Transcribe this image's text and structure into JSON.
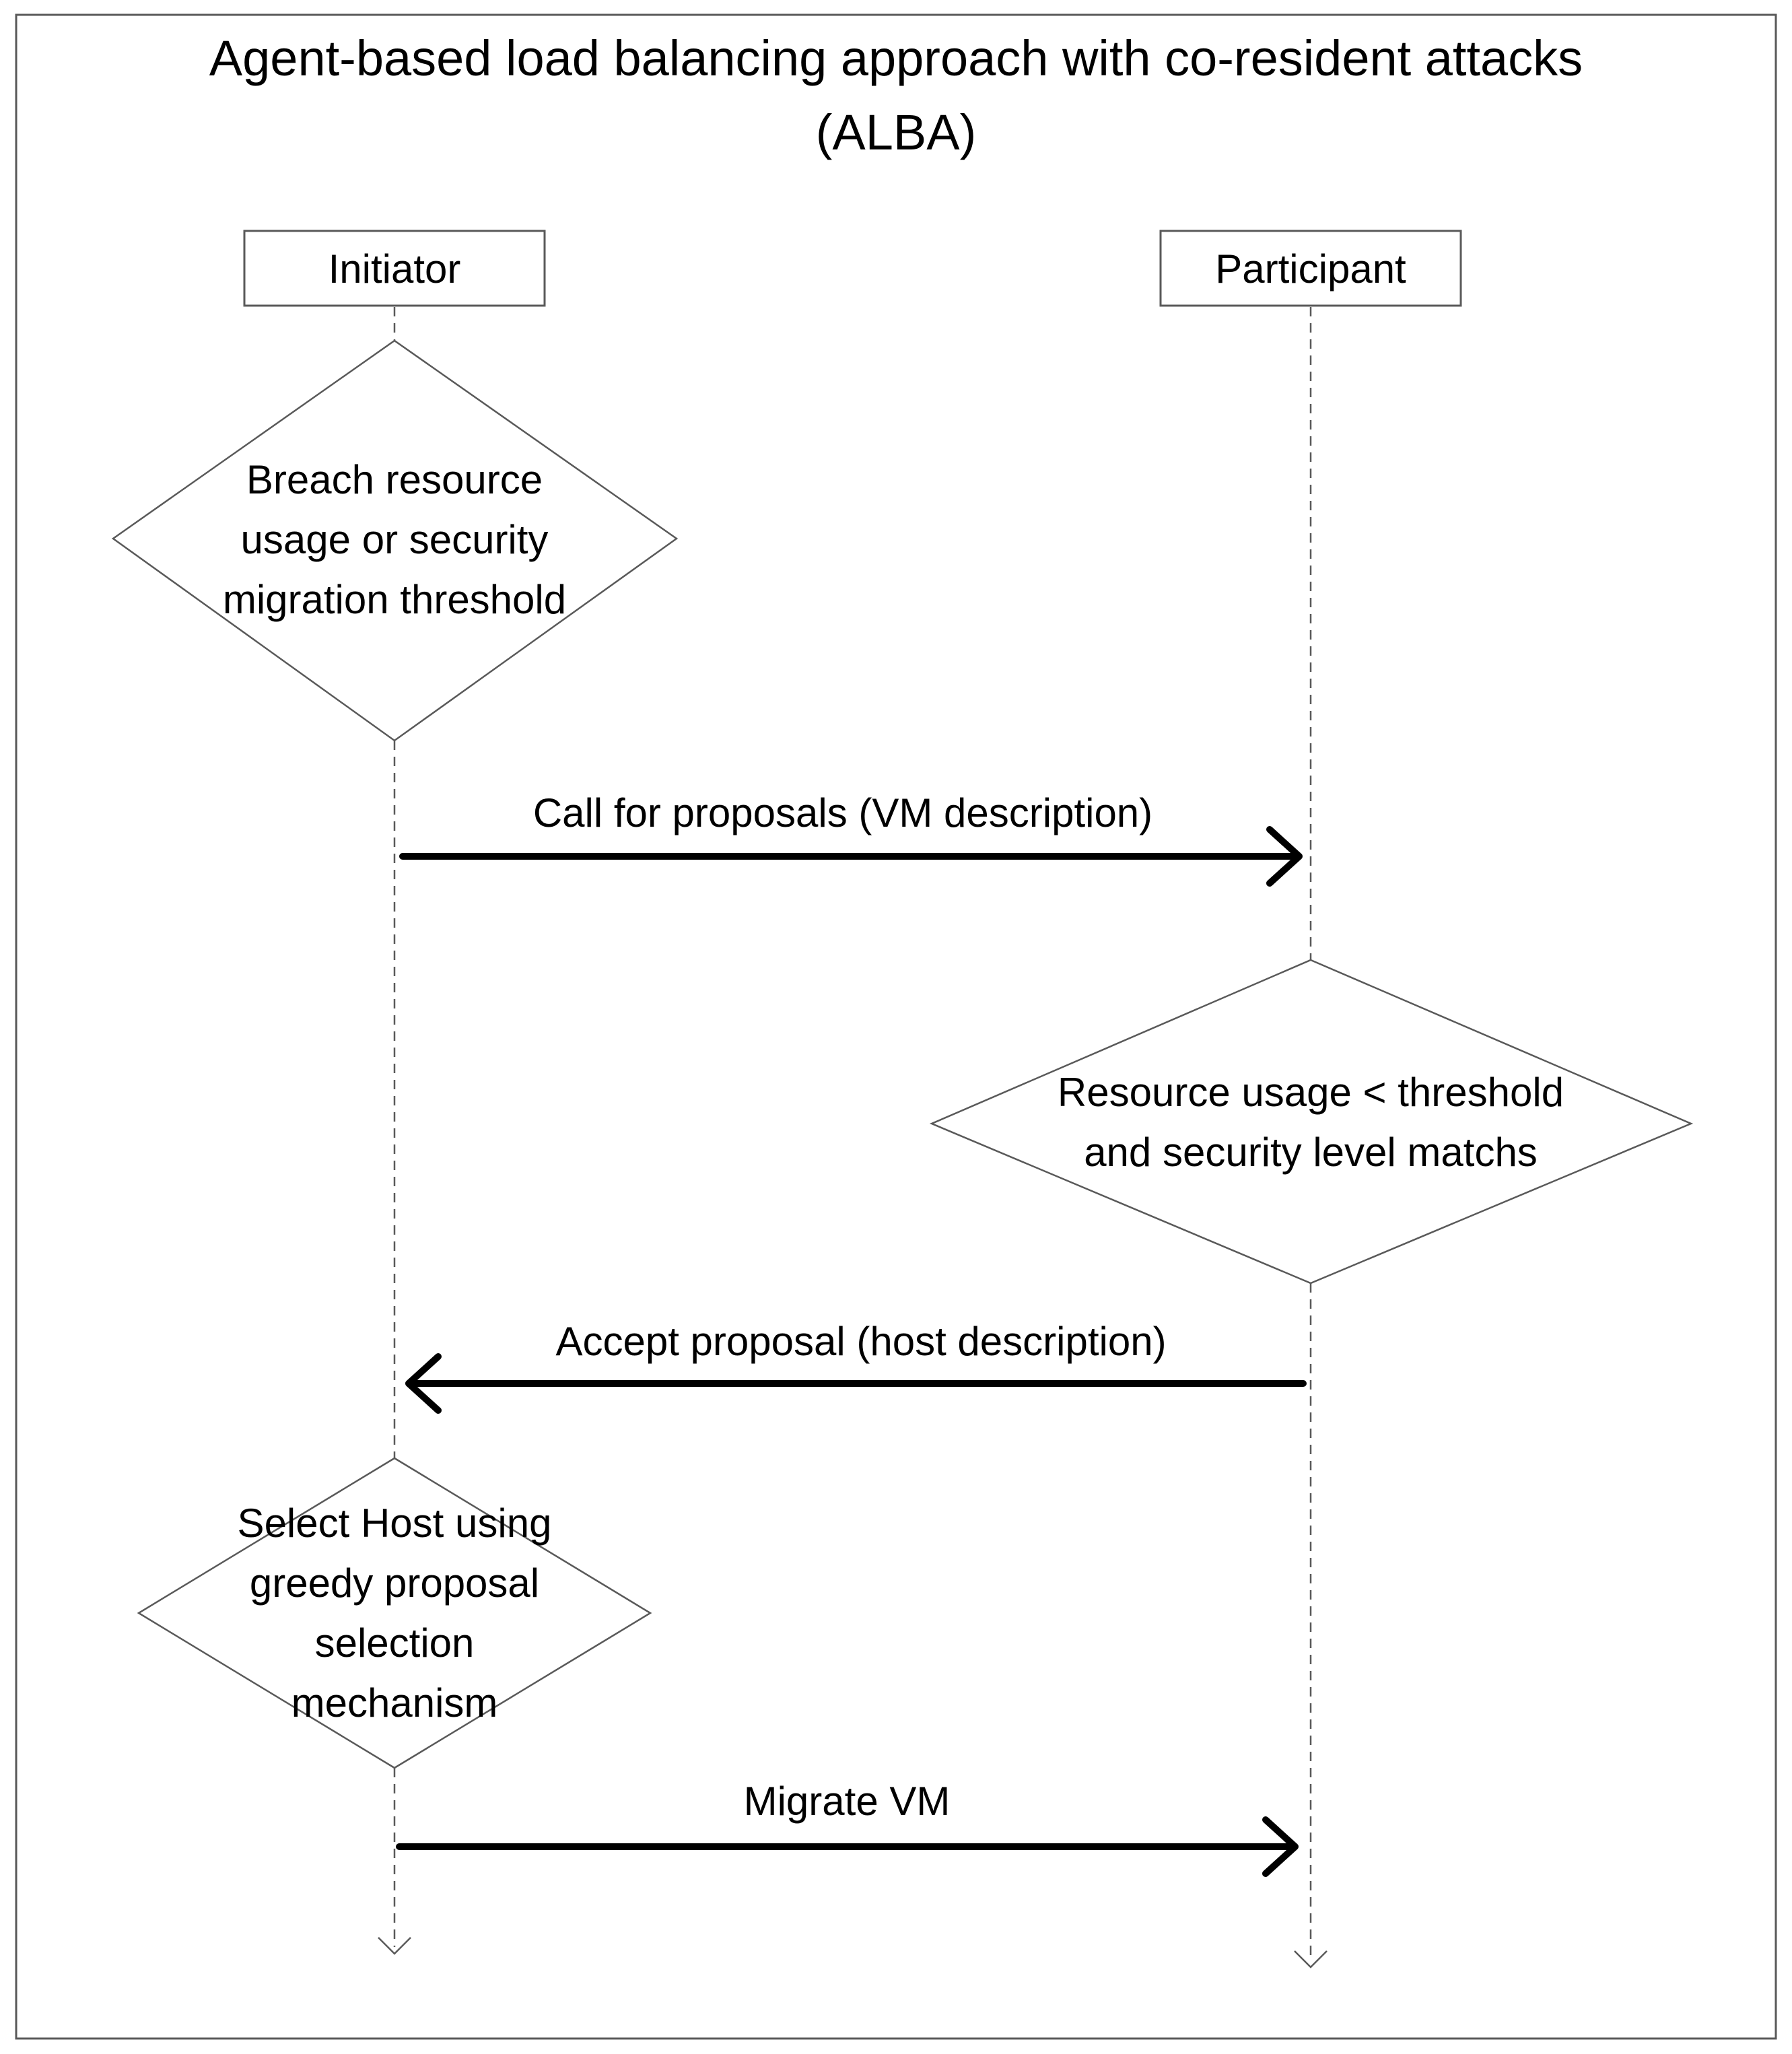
{
  "title": {
    "line1": "Agent-based load balancing approach with co-resident attacks",
    "line2": "(ALBA)"
  },
  "lifelines": {
    "initiator": "Initiator",
    "participant": "Participant"
  },
  "decisions": {
    "breach": [
      "Breach resource",
      "usage or security",
      "migration threshold"
    ],
    "resource_check": [
      "Resource usage < threshold",
      "and security level matchs"
    ],
    "select_host": [
      "Select Host using",
      "greedy proposal",
      "selection",
      "mechanism"
    ]
  },
  "messages": {
    "call_for_proposals": "Call for proposals (VM description)",
    "accept_proposal": "Accept proposal (host description)",
    "migrate_vm": "Migrate VM"
  },
  "colors": {
    "stroke": "#595959",
    "arrow": "#000000",
    "text": "#000000",
    "background": "#ffffff"
  }
}
